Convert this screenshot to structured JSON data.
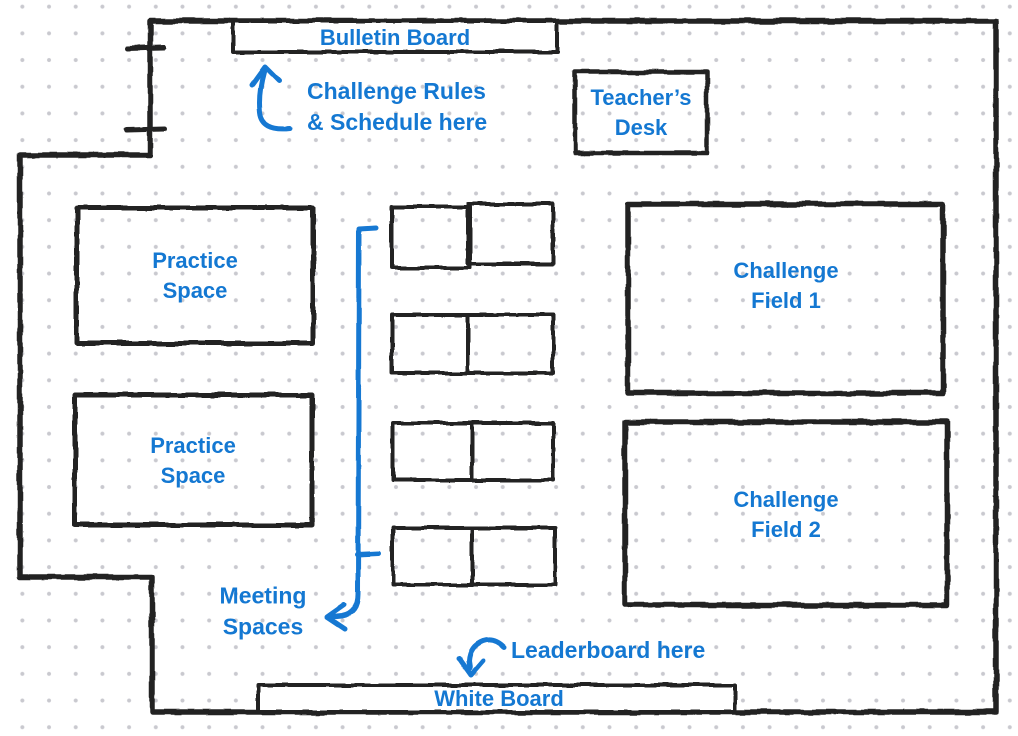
{
  "palette": {
    "ink": "#242424",
    "annotation_blue": "#1478d2",
    "grid_dot": "#c9c9cf",
    "background": "#ffffff"
  },
  "floor_plan": {
    "bulletin_board": {
      "label": "Bulletin Board"
    },
    "teachers_desk": {
      "label": "Teacher’s\nDesk"
    },
    "practice_spaces": [
      {
        "label": "Practice\nSpace"
      },
      {
        "label": "Practice\nSpace"
      }
    ],
    "challenge_fields": [
      {
        "label": "Challenge\nField 1"
      },
      {
        "label": "Challenge\nField 2"
      }
    ],
    "white_board": {
      "label": "White Board"
    },
    "meeting_tables_count": 4
  },
  "annotations": {
    "rules_note": "Challenge Rules\n& Schedule here",
    "meeting_note": "Meeting\nSpaces",
    "leaderboard_note": "Leaderboard here"
  }
}
